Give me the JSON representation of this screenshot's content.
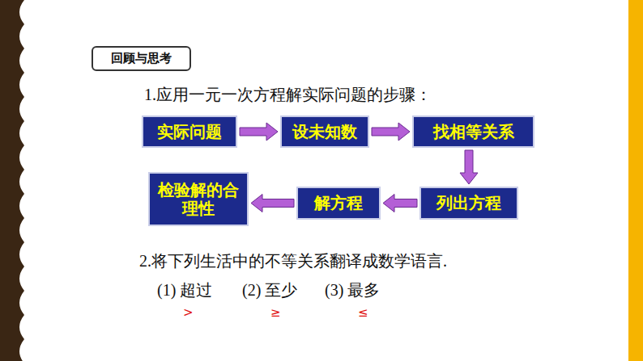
{
  "diagram": {
    "nodes": [
      {
        "text": [
          "回顾与思考"
        ]
      },
      {
        "text": [
          "实际问题"
        ]
      },
      {
        "text": [
          "设未知数"
        ]
      },
      {
        "text": [
          "找相等关系"
        ]
      },
      {
        "text": [
          "列出方程"
        ]
      },
      {
        "text": [
          "解方程"
        ]
      },
      {
        "text": [
          "检验解的合理性"
        ]
      }
    ],
    "edges": [
      {
        "from": 1,
        "to": 2,
        "arrow": "to"
      },
      {
        "from": 2,
        "to": 3,
        "arrow": "to"
      },
      {
        "from": 3,
        "to": 4,
        "arrow": "to"
      },
      {
        "from": 4,
        "to": 5,
        "arrow": "to"
      },
      {
        "from": 5,
        "to": 6,
        "arrow": "to"
      }
    ],
    "labels": [
      "1.应用一元一次方程解实际问题的步骤：",
      "2.将下列生活中的不等关系翻译成数学语言.",
      "(1) 超过",
      "(2) 至少",
      "(3) 最多",
      ">",
      "≥",
      "≤"
    ]
  }
}
